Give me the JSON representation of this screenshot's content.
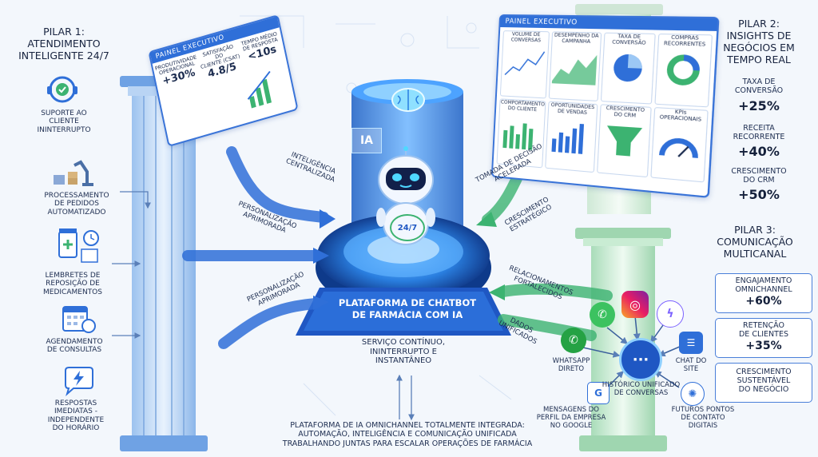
{
  "pillar1": {
    "title": "PILAR 1:\nATENDIMENTO\nINTELIGENTE 24/7",
    "items": [
      {
        "label": "SUPORTE AO\nCLIENTE\nININTERRUPTO",
        "icon": "headset-icon"
      },
      {
        "label": "PROCESSAMENTO\nDE PEDIDOS\nAUTOMATIZADO",
        "icon": "robot-arm-icon"
      },
      {
        "label": "LEMBRETES DE\nREPOSIÇÃO DE\nMEDICAMENTOS",
        "icon": "medicine-bottle-icon"
      },
      {
        "label": "AGENDAMENTO\nDE CONSULTAS",
        "icon": "calendar-icon"
      },
      {
        "label": "RESPOSTAS\nIMEDIATAS -\nINDEPENDENTE\nDO HORÁRIO",
        "icon": "chat-lightning-icon"
      }
    ]
  },
  "panel_left": {
    "header": "PAINEL EXECUTIVO",
    "kpis": [
      {
        "label": "PRODUTIVIDADE\nOPERACIONAL",
        "value": "+30%"
      },
      {
        "label": "SATISFAÇÃO DO\nCLIENTE (CSAT)",
        "value": "4.8/5"
      },
      {
        "label": "TEMPO MÉDIO\nDE RESPOSTA",
        "value": "<10s"
      }
    ]
  },
  "panel_right": {
    "header": "PAINEL EXECUTIVO",
    "tiles": [
      "VOLUME DE\nCONVERSAS",
      "DESEMPENHO DA\nCAMPANHA",
      "TAXA DE\nCONVERSÃO",
      "COMPRAS\nRECORRENTES",
      "COMPORTAMENTO\nDO CLIENTE",
      "OPORTUNIDADES\nDE VENDAS",
      "CRESCIMENTO\nDO CRM",
      "KPIs\nOPERACIONAIS"
    ]
  },
  "pillar2": {
    "title": "PILAR 2:\nINSIGHTS DE\nNEGÓCIOS EM\nTEMPO REAL",
    "metrics": [
      {
        "label": "TAXA DE\nCONVERSÃO",
        "value": "+25%"
      },
      {
        "label": "RECEITA\nRECORRENTE",
        "value": "+40%"
      },
      {
        "label": "CRESCIMENTO\nDO CRM",
        "value": "+50%"
      }
    ]
  },
  "pillar3": {
    "title": "PILAR 3:\nCOMUNICAÇÃO\nMULTICANAL",
    "metrics": [
      {
        "label": "ENGAJAMENTO\nOMNICHANNEL",
        "value": "+60%"
      },
      {
        "label": "RETENÇÃO\nDE CLIENTES",
        "value": "+35%"
      },
      {
        "label": "CRESCIMENTO\nSUSTENTÁVEL\nDO NEGÓCIO",
        "value": ""
      }
    ]
  },
  "center": {
    "ia_label": "IA",
    "badge": "24/7",
    "platform": "PLATAFORMA DE CHATBOT\nDE FARMÁCIA COM IA",
    "service": "SERVIÇO CONTÍNUO,\nININTERRUPTO E\nINSTANTÂNEO"
  },
  "arrows": {
    "intel": "INTELIGÊNCIA\nCENTRALIZADA",
    "pers1": "PERSONALIZAÇÃO\nAPRIMORADA",
    "pers2": "PERSONALIZAÇÃO\nAPRIMORADA",
    "decisao": "TOMADA DE DECISÃO\nACELERADA",
    "cresc": "CRESCIMENTO\nESTRATÉGICO",
    "relac": "RELACIONAMENTOS\nFORTALECIDOS",
    "dados": "DADOS\nUNIFICADOS"
  },
  "channels": {
    "whatsapp": "WHATSAPP\nDIRETO",
    "chat": "CHAT DO\nSITE",
    "historico": "HISTÓRICO UNIFICADO\nDE CONVERSAS",
    "google": "MENSAGENS DO\nPERFIL DA EMPRESA\nNO GOOGLE",
    "futuros": "FUTUROS PONTOS\nDE CONTATO\nDIGITAIS"
  },
  "footer": "PLATAFORMA DE IA OMNICHANNEL TOTALMENTE INTEGRADA:\nAUTOMAÇÃO, INTELIGÊNCIA E COMUNICAÇÃO UNIFICADA\nTRABALHANDO JUNTAS PARA ESCALAR OPERAÇÕES DE FARMÁCIA",
  "colors": {
    "blue": "#2f6fd8",
    "green": "#3cb371",
    "dark": "#1d2d50"
  }
}
